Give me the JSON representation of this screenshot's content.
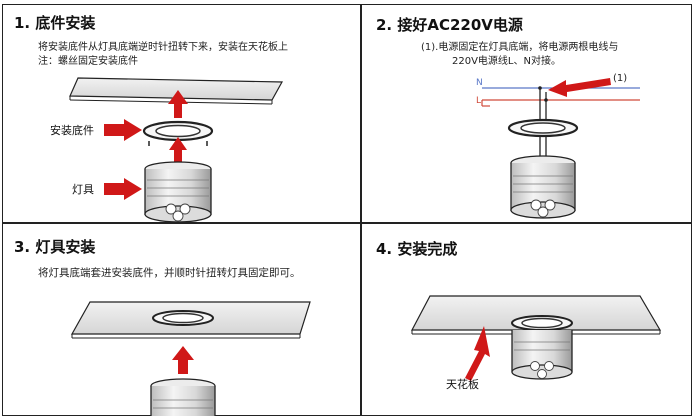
{
  "steps": [
    {
      "title": "1. 底件安装",
      "desc_line1": "将安装底件从灯具底端逆时针扭转下来，安装在天花板上",
      "desc_line2": "注：螺丝固定安装底件",
      "label_base": "安装底件",
      "label_lamp": "灯具"
    },
    {
      "title": "2. 接好AC220V电源",
      "desc_line1": "(1).电源固定在灯具底端，将电源两根电线与",
      "desc_line2": "220V电源线L、N对接。",
      "marker": "(1)",
      "wire_n": "N",
      "wire_l": "L"
    },
    {
      "title": "3. 灯具安装",
      "desc_line1": "将灯具底端套进安装底件，并顺时针扭转灯具固定即可。"
    },
    {
      "title": "4. 安装完成",
      "label_ceiling": "天花板"
    }
  ],
  "colors": {
    "arrow": "#d01818",
    "line": "#222222",
    "wire_n": "#5a78c8",
    "wire_l": "#d04a3a"
  }
}
